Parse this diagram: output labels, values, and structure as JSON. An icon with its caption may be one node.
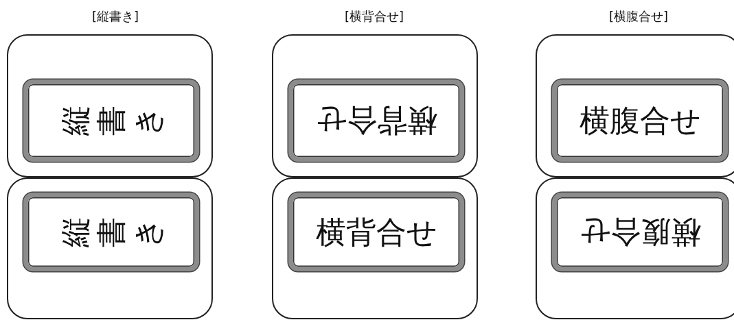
{
  "diagram": {
    "nodes": [
      {
        "text": [],
        "shape": "box"
      },
      {
        "text": [
          "縦書き"
        ],
        "in": 0
      },
      {
        "text": [],
        "shape": "box"
      },
      {
        "text": [
          "横背合せ"
        ],
        "in": 2
      },
      {
        "text": [],
        "shape": "box"
      },
      {
        "text": [
          "横腹合せ"
        ],
        "in": 4
      },
      {
        "text": [],
        "shape": "box"
      },
      {
        "text": [
          "縦書き"
        ],
        "in": 6
      },
      {
        "text": [],
        "shape": "box"
      },
      {
        "text": [
          "横背合せ"
        ],
        "in": 8
      },
      {
        "text": [],
        "shape": "box"
      },
      {
        "text": [
          "横腹合せ"
        ],
        "in": 10
      }
    ],
    "edges": [],
    "labels": [
      "[縦書き]",
      "[横背合せ]",
      "[横腹合せ]"
    ]
  }
}
